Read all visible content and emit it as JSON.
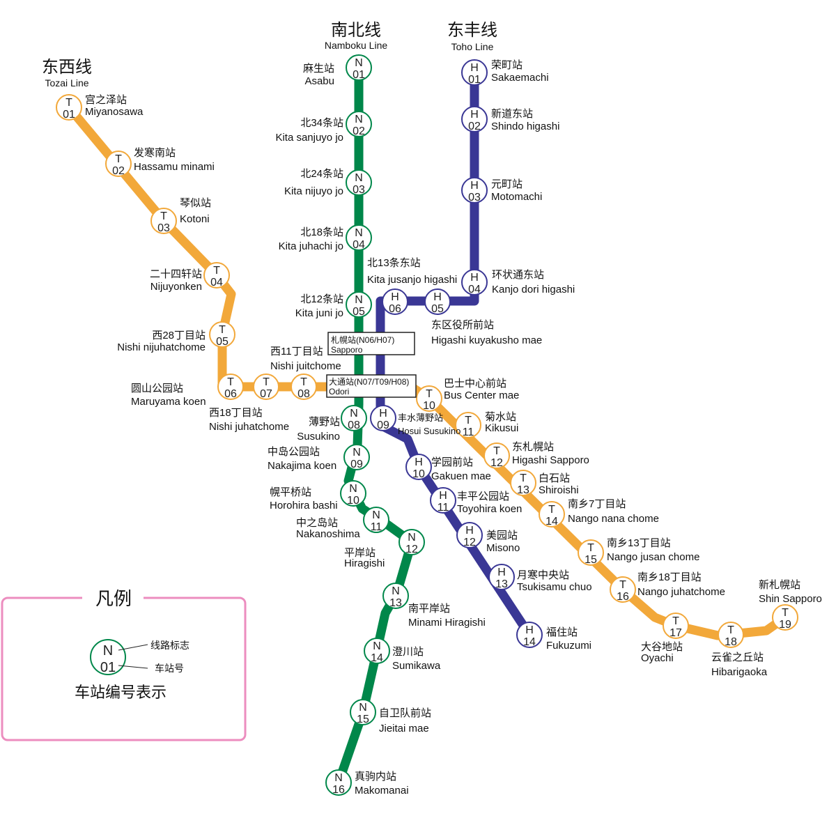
{
  "colors": {
    "tozai": "#F2A83A",
    "namboku": "#00874A",
    "toho": "#3A3795",
    "legend": "#EC8DBF"
  },
  "lines": {
    "namboku": {
      "zh": "南北线",
      "en": "Namboku Line"
    },
    "toho": {
      "zh": "东丰线",
      "en": "Toho Line"
    },
    "tozai": {
      "zh": "东西线",
      "en": "Tozai Line"
    }
  },
  "transfers": [
    {
      "zh": "札幌站(N06/H07)",
      "en": "Sapporo"
    },
    {
      "zh": "大通站(N07/T09/H08)",
      "en": "Odori"
    }
  ],
  "tozai": [
    {
      "l": "T",
      "n": "01",
      "zh": "宫之泽站",
      "en": "Miyanosawa"
    },
    {
      "l": "T",
      "n": "02",
      "zh": "发寒南站",
      "en": "Hassamu minami"
    },
    {
      "l": "T",
      "n": "03",
      "zh": "琴似站",
      "en": "Kotoni"
    },
    {
      "l": "T",
      "n": "04",
      "zh": "二十四轩站",
      "en": "Nijuyonken"
    },
    {
      "l": "T",
      "n": "05",
      "zh": "西28丁目站",
      "en": "Nishi nijuhatchome"
    },
    {
      "l": "T",
      "n": "06",
      "zh": "圆山公园站",
      "en": "Maruyama koen"
    },
    {
      "l": "T",
      "n": "07",
      "zh": "西18丁目站",
      "en": "Nishi juhatchome"
    },
    {
      "l": "T",
      "n": "08",
      "zh": "西11丁目站",
      "en": "Nishi juitchome"
    },
    {
      "l": "T",
      "n": "10",
      "zh": "巴士中心前站",
      "en": "Bus Center mae"
    },
    {
      "l": "T",
      "n": "11",
      "zh": "菊水站",
      "en": "Kikusui"
    },
    {
      "l": "T",
      "n": "12",
      "zh": "东札幌站",
      "en": "Higashi Sapporo"
    },
    {
      "l": "T",
      "n": "13",
      "zh": "白石站",
      "en": "Shiroishi"
    },
    {
      "l": "T",
      "n": "14",
      "zh": "南乡7丁目站",
      "en": "Nango nana chome"
    },
    {
      "l": "T",
      "n": "15",
      "zh": "南乡13丁目站",
      "en": "Nango jusan chome"
    },
    {
      "l": "T",
      "n": "16",
      "zh": "南乡18丁目站",
      "en": "Nango juhatchome"
    },
    {
      "l": "T",
      "n": "17",
      "zh": "大谷地站",
      "en": "Oyachi"
    },
    {
      "l": "T",
      "n": "18",
      "zh": "云雀之丘站",
      "en": "Hibarigaoka"
    },
    {
      "l": "T",
      "n": "19",
      "zh": "新札幌站",
      "en": "Shin Sapporo"
    }
  ],
  "namboku": [
    {
      "l": "N",
      "n": "01",
      "zh": "麻生站",
      "en": "Asabu"
    },
    {
      "l": "N",
      "n": "02",
      "zh": "北34条站",
      "en": "Kita sanjuyo jo"
    },
    {
      "l": "N",
      "n": "03",
      "zh": "北24条站",
      "en": "Kita nijuyo jo"
    },
    {
      "l": "N",
      "n": "04",
      "zh": "北18条站",
      "en": "Kita juhachi jo"
    },
    {
      "l": "N",
      "n": "05",
      "zh": "北12条站",
      "en": "Kita juni jo"
    },
    {
      "l": "N",
      "n": "08",
      "zh": "薄野站",
      "en": "Susukino"
    },
    {
      "l": "N",
      "n": "09",
      "zh": "中岛公园站",
      "en": "Nakajima koen"
    },
    {
      "l": "N",
      "n": "10",
      "zh": "幌平桥站",
      "en": "Horohira bashi"
    },
    {
      "l": "N",
      "n": "11",
      "zh": "中之岛站",
      "en": "Nakanoshima"
    },
    {
      "l": "N",
      "n": "12",
      "zh": "平岸站",
      "en": "Hiragishi"
    },
    {
      "l": "N",
      "n": "13",
      "zh": "南平岸站",
      "en": "Minami Hiragishi"
    },
    {
      "l": "N",
      "n": "14",
      "zh": "澄川站",
      "en": "Sumikawa"
    },
    {
      "l": "N",
      "n": "15",
      "zh": "自卫队前站",
      "en": "Jieitai mae"
    },
    {
      "l": "N",
      "n": "16",
      "zh": "真驹内站",
      "en": "Makomanai"
    }
  ],
  "toho": [
    {
      "l": "H",
      "n": "01",
      "zh": "荣町站",
      "en": "Sakaemachi"
    },
    {
      "l": "H",
      "n": "02",
      "zh": "新道东站",
      "en": "Shindo higashi"
    },
    {
      "l": "H",
      "n": "03",
      "zh": "元町站",
      "en": "Motomachi"
    },
    {
      "l": "H",
      "n": "04",
      "zh": "环状通东站",
      "en": "Kanjo dori higashi"
    },
    {
      "l": "H",
      "n": "05",
      "zh": "东区役所前站",
      "en": "Higashi kuyakusho mae"
    },
    {
      "l": "H",
      "n": "06",
      "zh": "北13条东站",
      "en": "Kita jusanjo higashi"
    },
    {
      "l": "H",
      "n": "09",
      "zh": "丰水薄野站",
      "en": "Hosui Susukino"
    },
    {
      "l": "H",
      "n": "10",
      "zh": "学园前站",
      "en": "Gakuen mae"
    },
    {
      "l": "H",
      "n": "11",
      "zh": "丰平公园站",
      "en": "Toyohira koen"
    },
    {
      "l": "H",
      "n": "12",
      "zh": "美园站",
      "en": "Misono"
    },
    {
      "l": "H",
      "n": "13",
      "zh": "月寒中央站",
      "en": "Tsukisamu chuo"
    },
    {
      "l": "H",
      "n": "14",
      "zh": "福住站",
      "en": "Fukuzumi"
    }
  ],
  "legend": {
    "title": "凡例",
    "line": "N",
    "num": "01",
    "line_label": "线路标志",
    "num_label": "车站号",
    "caption": "车站编号表示"
  }
}
